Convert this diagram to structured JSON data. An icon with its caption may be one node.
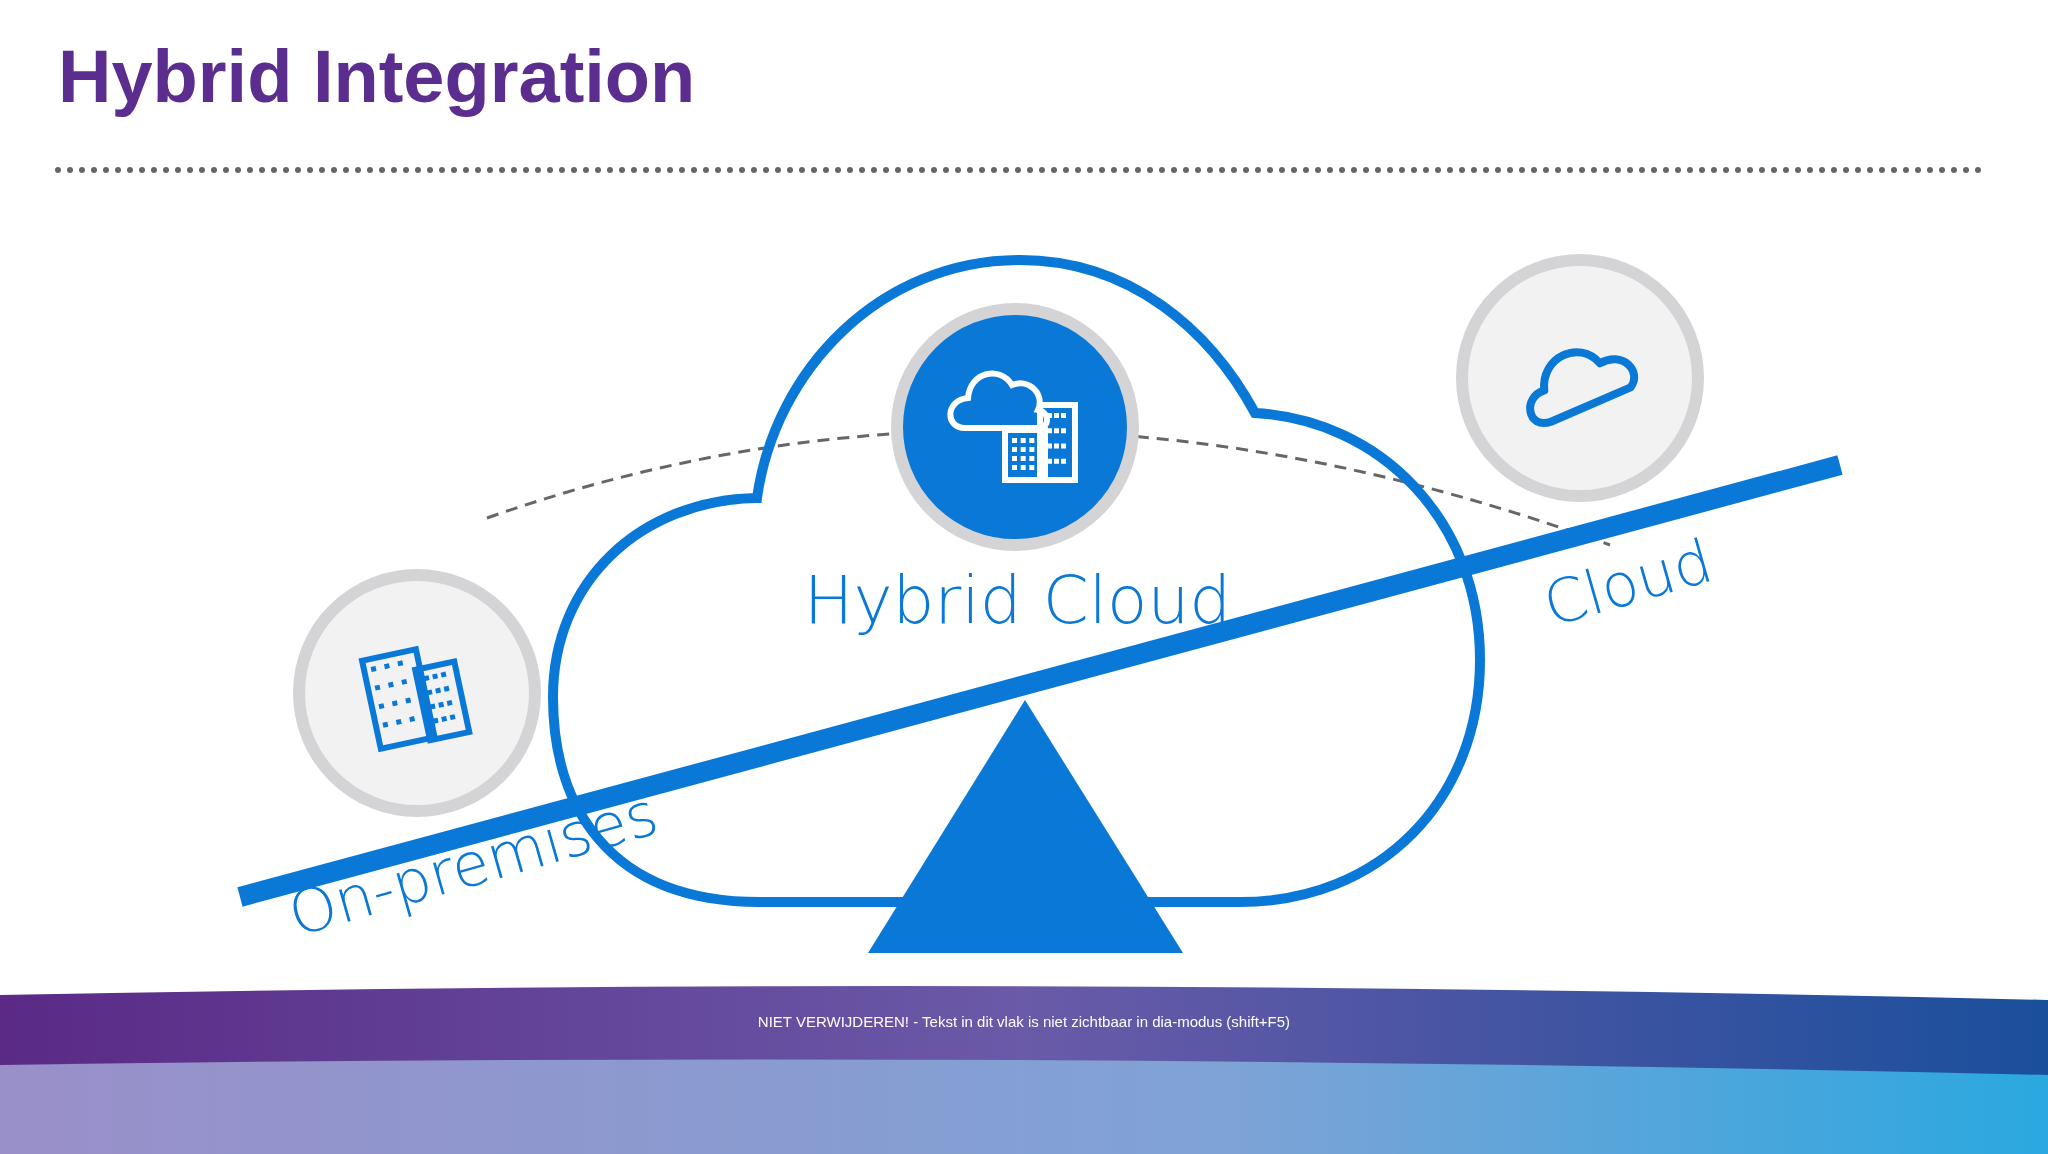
{
  "diagram": {
    "title": "Hybrid Integration",
    "nodes": [
      {
        "text": [
          "Hybrid Cloud"
        ]
      }
    ],
    "edges": [],
    "labels": [
      "On-premises",
      "Cloud",
      "NIET VERWIJDEREN! - Tekst in dit vlak is niet zichtbaar in dia-modus (shift+F5)"
    ]
  }
}
